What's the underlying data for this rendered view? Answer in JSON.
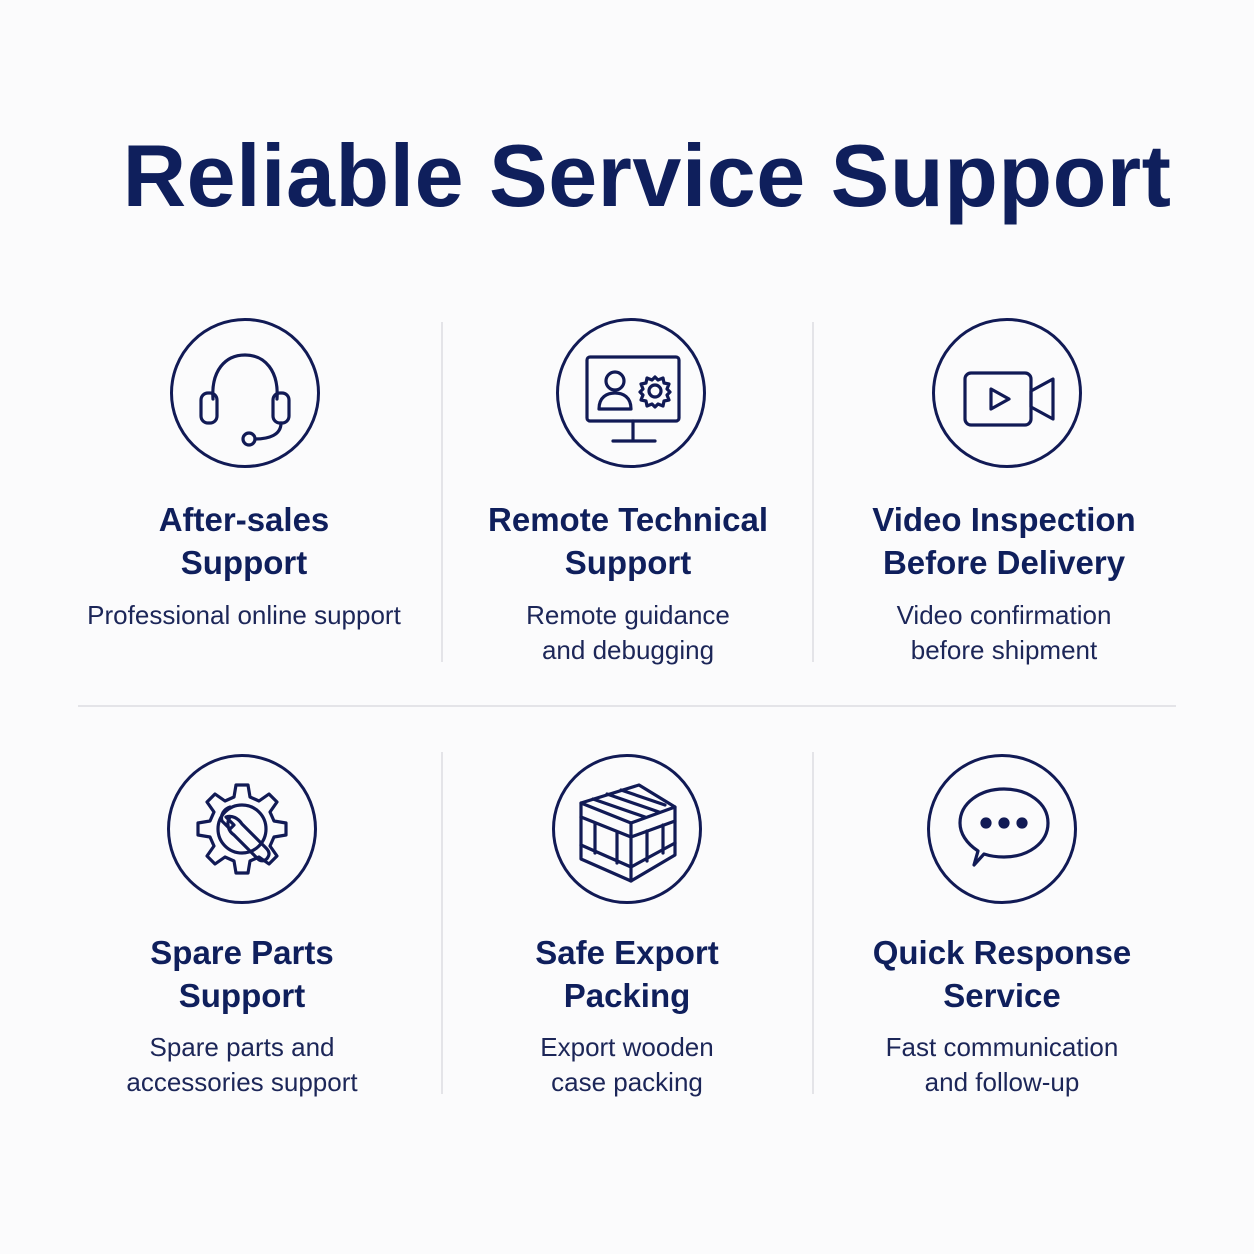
{
  "page": {
    "title": "Reliable Service Support",
    "accent_color": "#0f1f5c",
    "divider_color": "#e4e4e8"
  },
  "cards": [
    {
      "icon": "headset-icon",
      "title_lines": [
        "After-sales",
        "Support"
      ],
      "desc_lines": [
        "Professional online support"
      ]
    },
    {
      "icon": "monitor-user-gear-icon",
      "title_lines": [
        "Remote Technical",
        "Support"
      ],
      "desc_lines": [
        "Remote guidance",
        "and debugging"
      ]
    },
    {
      "icon": "video-camera-icon",
      "title_lines": [
        "Video Inspection",
        "Before Delivery"
      ],
      "desc_lines": [
        "Video confirmation",
        "before shipment"
      ]
    },
    {
      "icon": "gear-wrench-icon",
      "title_lines": [
        "Spare Parts",
        "Support"
      ],
      "desc_lines": [
        "Spare parts and",
        "accessories support"
      ]
    },
    {
      "icon": "wooden-crate-icon",
      "title_lines": [
        "Safe Export",
        "Packing"
      ],
      "desc_lines": [
        "Export wooden",
        "case packing"
      ]
    },
    {
      "icon": "chat-bubble-icon",
      "title_lines": [
        "Quick Response",
        "Service"
      ],
      "desc_lines": [
        "Fast communication",
        "and follow-up"
      ]
    }
  ]
}
